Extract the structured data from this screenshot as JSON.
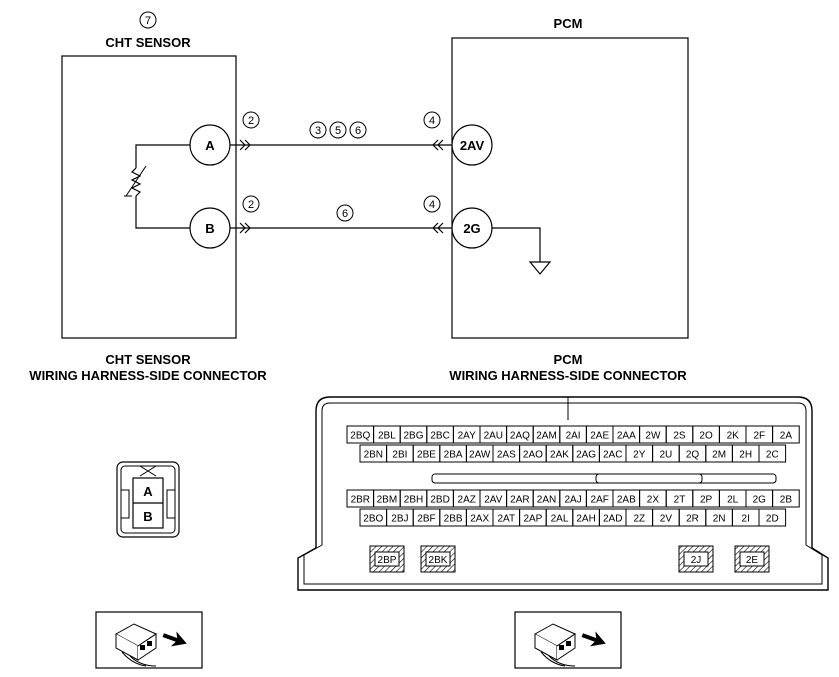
{
  "cht_sensor": {
    "callout": "7",
    "title": "CHT SENSOR",
    "terminal_a": "A",
    "terminal_b": "B"
  },
  "pcm": {
    "title": "PCM",
    "terminal_top": "2AV",
    "terminal_bottom": "2G"
  },
  "callouts": {
    "sensor_conn_top": "2",
    "sensor_conn_bottom": "2",
    "wire_top_1": "3",
    "wire_top_2": "5",
    "wire_top_3": "6",
    "wire_bottom": "6",
    "pcm_conn_top": "4",
    "pcm_conn_bottom": "4"
  },
  "connector_captions": {
    "cht_line1": "CHT SENSOR",
    "cht_line2": "WIRING HARNESS-SIDE CONNECTOR",
    "pcm_line1": "PCM",
    "pcm_line2": "WIRING HARNESS-SIDE CONNECTOR"
  },
  "cht_connector_pins": [
    "A",
    "B"
  ],
  "pcm_connector": {
    "upper_row1": [
      "2BQ",
      "2BL",
      "2BG",
      "2BC",
      "2AY",
      "2AU",
      "2AQ",
      "2AM",
      "2AI",
      "2AE",
      "2AA",
      "2W",
      "2S",
      "2O",
      "2K",
      "2F",
      "2A"
    ],
    "upper_row2": [
      "2BN",
      "2BI",
      "2BE",
      "2BA",
      "2AW",
      "2AS",
      "2AO",
      "2AK",
      "2AG",
      "2AC",
      "2Y",
      "2U",
      "2Q",
      "2M",
      "2H",
      "2C"
    ],
    "lower_row1": [
      "2BR",
      "2BM",
      "2BH",
      "2BD",
      "2AZ",
      "2AV",
      "2AR",
      "2AN",
      "2AJ",
      "2AF",
      "2AB",
      "2X",
      "2T",
      "2P",
      "2L",
      "2G",
      "2B"
    ],
    "lower_row2": [
      "2BO",
      "2BJ",
      "2BF",
      "2BB",
      "2AX",
      "2AT",
      "2AP",
      "2AL",
      "2AH",
      "2AD",
      "2Z",
      "2V",
      "2R",
      "2N",
      "2I",
      "2D"
    ],
    "blanked": [
      "2BP",
      "2BK",
      "2J",
      "2E"
    ]
  }
}
